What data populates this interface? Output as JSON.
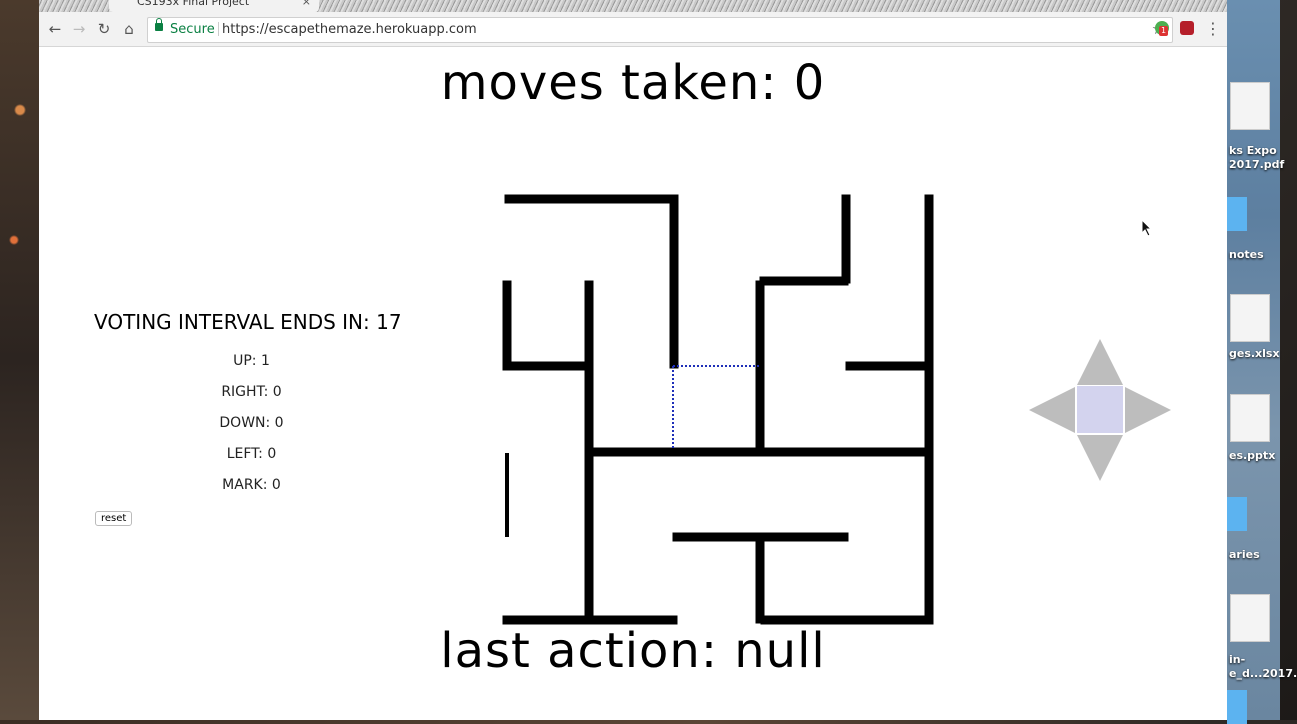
{
  "browser": {
    "tab_title": "CS193x Final Project",
    "tab_close": "×",
    "secure_label": "Secure",
    "url": "https://escapethemaze.herokuapp.com",
    "ext_badge": "1"
  },
  "game": {
    "moves_label": "moves taken: 0",
    "last_action_label": "last action: null",
    "voting_label": "VOTING INTERVAL ENDS IN: 17",
    "votes": [
      {
        "label": "UP: 1"
      },
      {
        "label": "RIGHT: 0"
      },
      {
        "label": "DOWN: 0"
      },
      {
        "label": "LEFT: 0"
      },
      {
        "label": "MARK: 0"
      }
    ],
    "reset_label": "reset",
    "controls": [
      "up-arrow-icon",
      "right-arrow-icon",
      "down-arrow-icon",
      "left-arrow-icon"
    ]
  },
  "desktop": {
    "labels": [
      "ks Expo",
      "2017.pdf",
      "notes",
      "ges.xlsx",
      "es.pptx",
      "aries",
      "in-",
      "e_d...2017."
    ]
  },
  "colors": {
    "maze_wall": "#000000",
    "path_marker": "#1f2fb8",
    "control_arrow": "#bdbdbd",
    "control_center": "#d3d3ee",
    "secure_green": "#0b8043"
  }
}
